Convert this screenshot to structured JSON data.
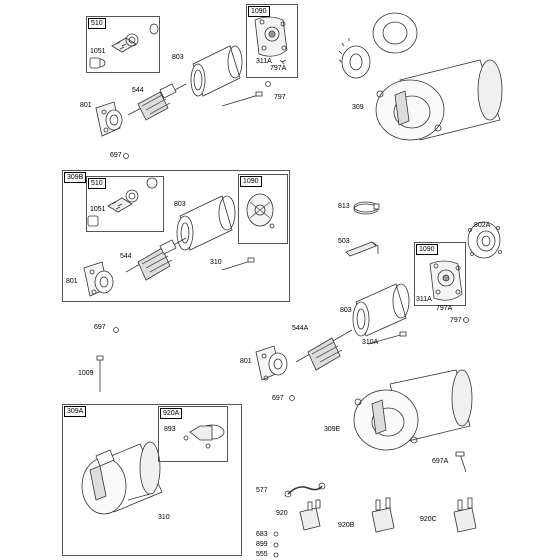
{
  "boxes": {
    "top_510": "510",
    "top_1090": "1090",
    "mid_309b": "309B",
    "mid_510": "510",
    "mid_1090": "1090",
    "right_1090": "1090",
    "bottom_309a": "309A",
    "bottom_920a": "920A"
  },
  "labels": {
    "top_1051": "1051",
    "top_803": "803",
    "top_311a": "311A",
    "top_797a": "797A",
    "top_797": "797",
    "top_544": "544",
    "top_801": "801",
    "top_697": "697",
    "top_309": "309",
    "mid_1051": "1051",
    "mid_803": "803",
    "mid_544": "544",
    "mid_310": "310",
    "mid_801": "801",
    "r_813": "813",
    "r_802a": "802A",
    "r_503": "503",
    "r_311a": "311A",
    "r_797a": "797A",
    "r_797": "797",
    "r_803": "803",
    "r_544a": "544A",
    "r_310a": "310A",
    "r_801": "801",
    "r_697": "697",
    "r_309e": "309E",
    "r_697a": "697A",
    "l_697": "697",
    "l_1009": "1009",
    "b_893": "893",
    "b_310": "310",
    "b_577": "577",
    "b_920": "920",
    "b_683": "683",
    "b_899": "899",
    "b_555": "555",
    "b_920b": "920B",
    "b_920c": "920C"
  }
}
